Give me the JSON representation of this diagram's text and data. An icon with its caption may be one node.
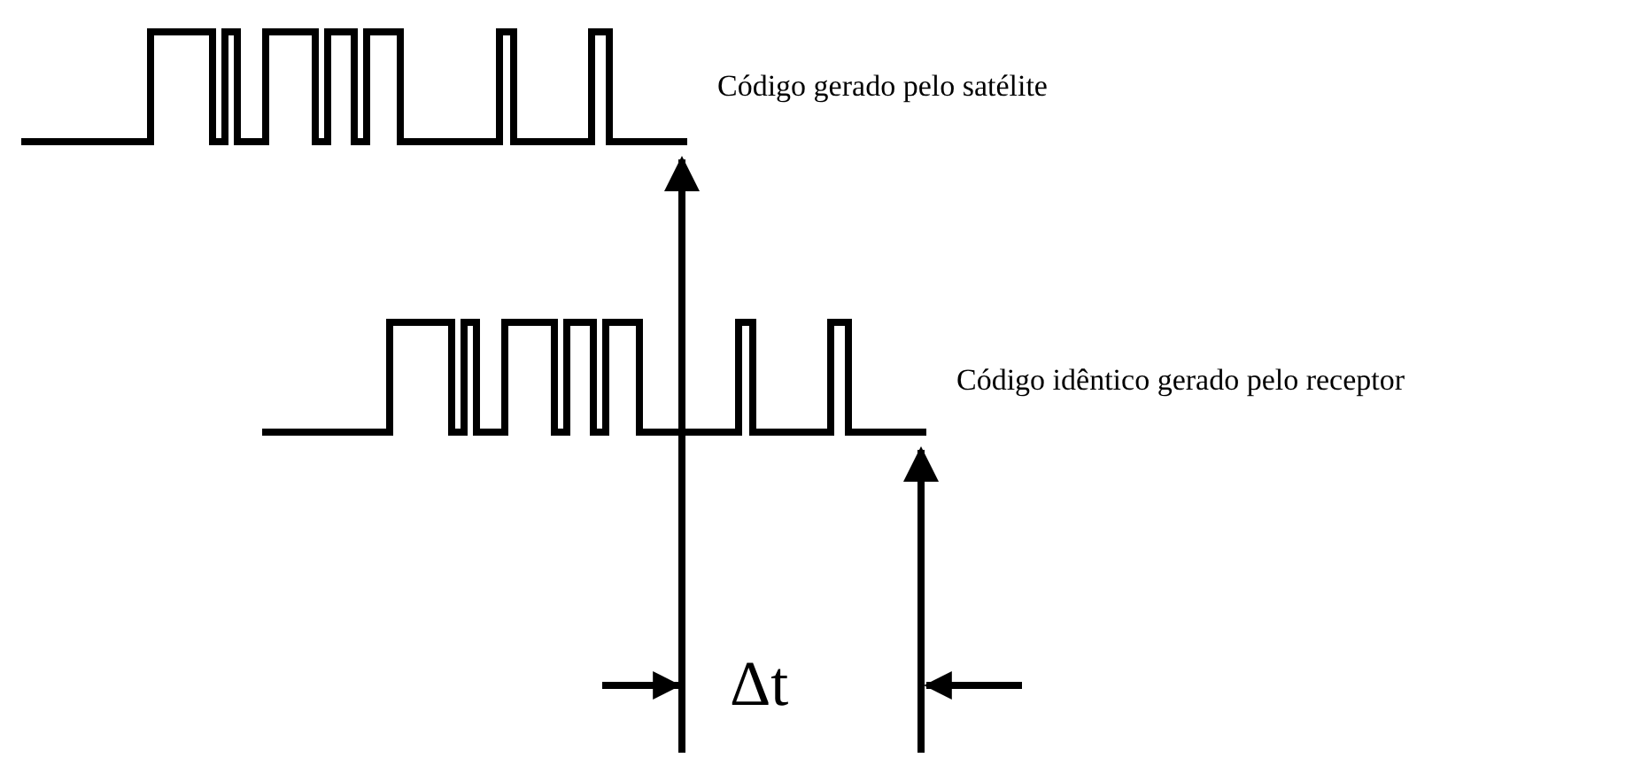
{
  "diagram": {
    "labels": [
      "Código gerado pelo satélite",
      "Código idêntico gerado pelo receptor",
      "Δt"
    ]
  }
}
